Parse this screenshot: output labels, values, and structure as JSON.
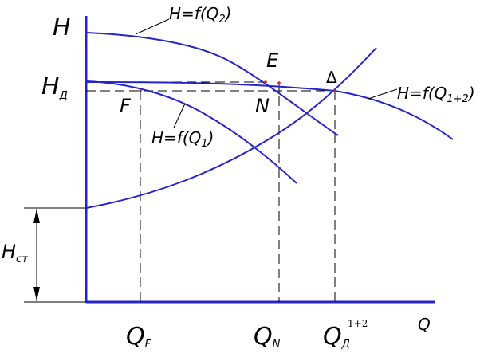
{
  "diagram": {
    "axis_y_label": "H",
    "axis_x_label": "Q",
    "h_d": {
      "main": "H",
      "sub": "Д"
    },
    "h_st": {
      "main": "H",
      "sub": "ст"
    },
    "q_f": {
      "main": "Q",
      "sub": "F"
    },
    "q_n": {
      "main": "Q",
      "sub": "N"
    },
    "q_d": {
      "main": "Q",
      "sub": "Д",
      "sup": "1+2"
    },
    "point_e": "E",
    "point_f": "F",
    "point_n": "N",
    "point_delta": "Δ",
    "curve_q2": {
      "main": "H=f(Q",
      "sub": "2",
      "tail": ")"
    },
    "curve_q1": {
      "main": "H=f(Q",
      "sub": "1",
      "tail": ")"
    },
    "curve_q12": {
      "main": "H=f(Q",
      "sub": "1+2",
      "tail": ")"
    },
    "colors": {
      "curve": "#2424c8",
      "marker": "#e02020",
      "guide": "#000000"
    }
  }
}
